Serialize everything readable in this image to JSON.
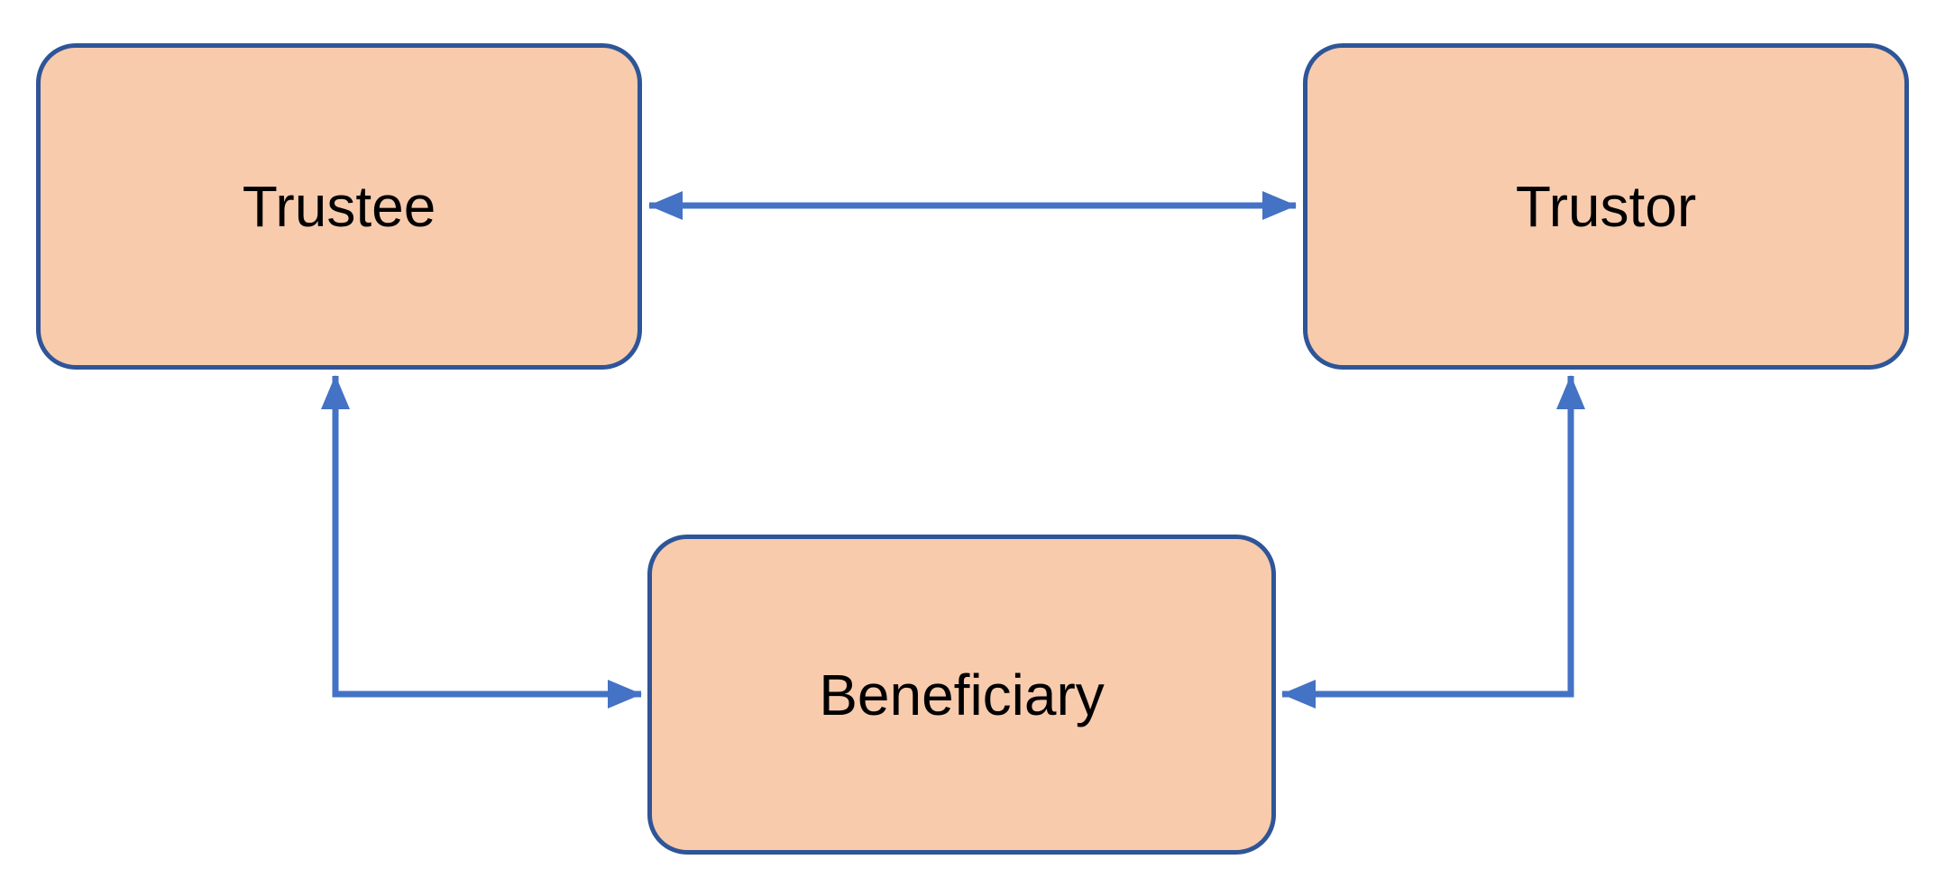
{
  "diagram": {
    "type": "flow-diagram",
    "background": "#FFFFFF",
    "nodes": [
      {
        "id": "trustee",
        "label": "Trustee",
        "shape": "rounded-rectangle",
        "fill": "#F8CBAD",
        "border": "#2E5597",
        "position": "top-left"
      },
      {
        "id": "trustor",
        "label": "Trustor",
        "shape": "rounded-rectangle",
        "fill": "#F8CBAD",
        "border": "#2E5597",
        "position": "top-right"
      },
      {
        "id": "beneficiary",
        "label": "Beneficiary",
        "shape": "rounded-rectangle",
        "fill": "#F8CBAD",
        "border": "#2E5597",
        "position": "bottom-center"
      }
    ],
    "edges": [
      {
        "from": "trustee",
        "to": "trustor",
        "bidirectional": true,
        "style": "straight-horizontal",
        "color": "#4472C4"
      },
      {
        "from": "beneficiary",
        "to": "trustee",
        "bidirectional": true,
        "style": "elbow",
        "color": "#4472C4"
      },
      {
        "from": "beneficiary",
        "to": "trustor",
        "bidirectional": true,
        "style": "elbow",
        "color": "#4472C4"
      }
    ],
    "colors": {
      "node_fill": "#F8CBAD",
      "node_border": "#2E5597",
      "arrow": "#4472C4",
      "label": "#000000",
      "background": "#FFFFFF"
    }
  }
}
